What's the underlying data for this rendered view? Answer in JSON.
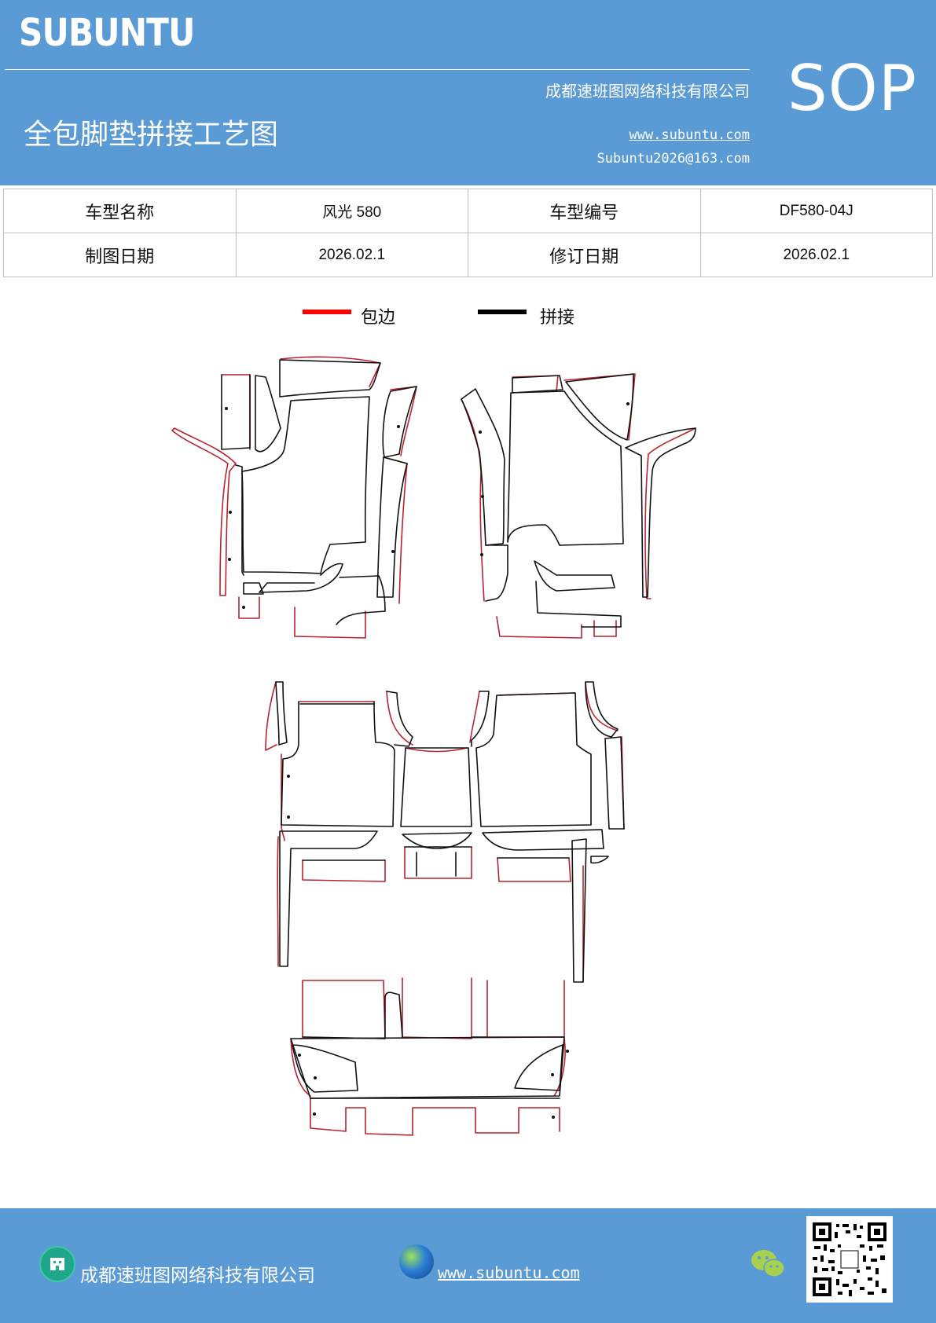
{
  "header": {
    "brand": "SUBUNTU",
    "company": "成都速班图网络科技有限公司",
    "title": "全包脚垫拼接工艺图",
    "website": "www.subuntu.com",
    "email": "Subuntu2026@163.com",
    "badge": "SOP",
    "color": "#5b9bd5"
  },
  "info_table": {
    "rows": [
      {
        "label1": "车型名称",
        "value1": "风光 580",
        "label2": "车型编号",
        "value2": "DF580-04J"
      },
      {
        "label1": "制图日期",
        "value1": "2026.02.1",
        "label2": "修订日期",
        "value2": "2026.02.1"
      }
    ]
  },
  "legend": [
    {
      "label": "包边",
      "color": "#ff0000"
    },
    {
      "label": "拼接",
      "color": "#000000"
    }
  ],
  "footer": {
    "company": "成都速班图网络科技有限公司",
    "website": "www.subuntu.com ",
    "company_icon": "building-icon",
    "web_icon": "globe-icon",
    "social_icon": "wechat-icon",
    "qr_icon": "qr-code-icon"
  }
}
